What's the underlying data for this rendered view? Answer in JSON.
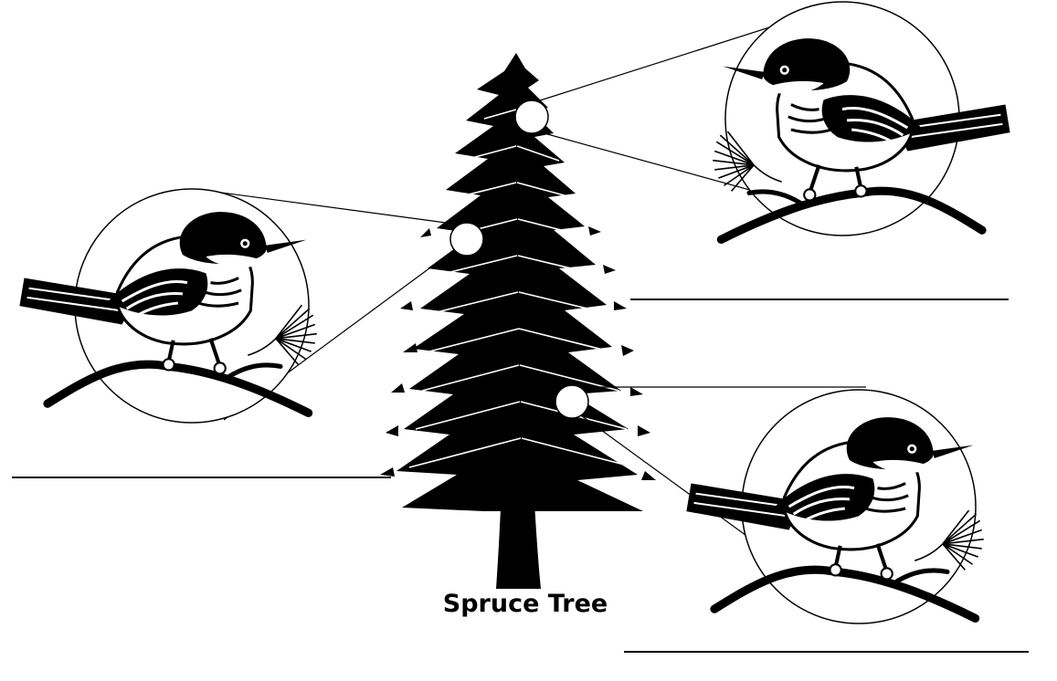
{
  "diagram": {
    "caption": "Spruce Tree",
    "colors": {
      "ink": "#000000",
      "paper": "#ffffff"
    },
    "answer_blank_count": 3,
    "callouts": [
      {
        "id": "top",
        "icon": "bird-icon",
        "tree_zone": "treetop"
      },
      {
        "id": "middle",
        "icon": "bird-icon",
        "tree_zone": "middle"
      },
      {
        "id": "lower",
        "icon": "bird-icon",
        "tree_zone": "lower"
      }
    ]
  }
}
